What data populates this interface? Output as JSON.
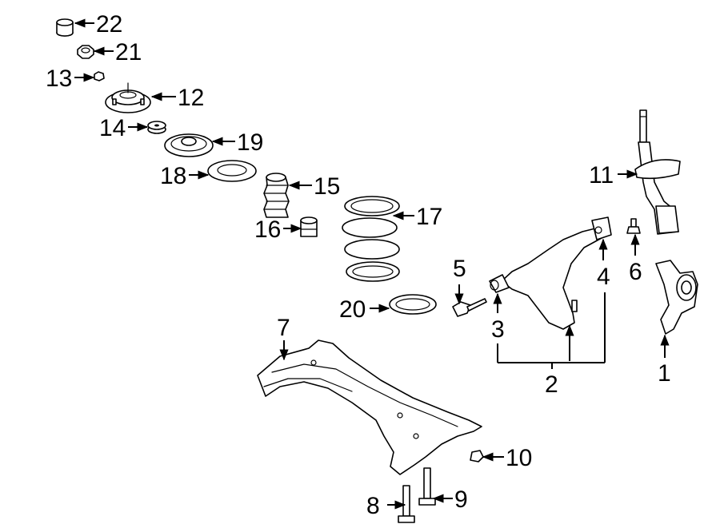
{
  "labels": [
    "22",
    "21",
    "13",
    "12",
    "14",
    "19",
    "18",
    "15",
    "16",
    "17",
    "20",
    "11",
    "6",
    "1",
    "4",
    "5",
    "3",
    "2",
    "7",
    "10",
    "8",
    "9"
  ]
}
